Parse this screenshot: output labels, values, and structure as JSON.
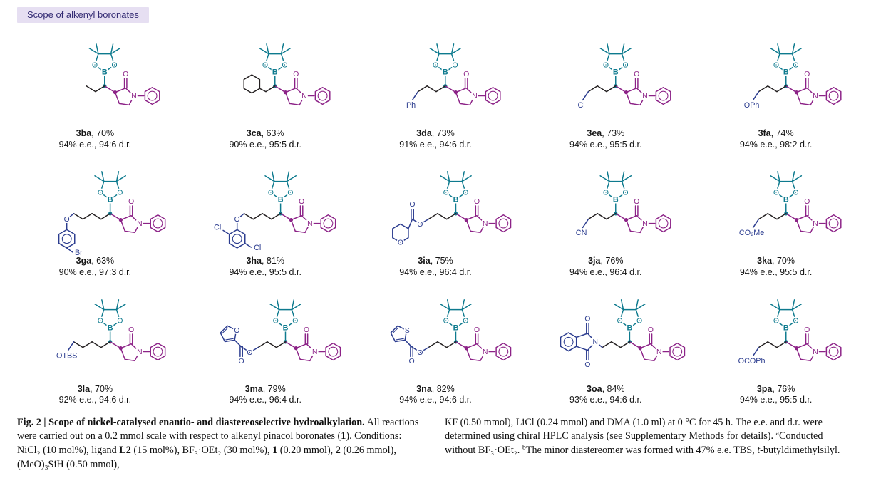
{
  "header": {
    "label": "Scope of alkenyl boronates"
  },
  "colors": {
    "boronate": "#0d7a8e",
    "product": "#8c2287",
    "chain": "#231f20",
    "substituent": "#2b3c8f",
    "header_bg": "#e6dff2",
    "header_text": "#352c74"
  },
  "atoms": {
    "boron": "B",
    "oxygen": "O",
    "nitrogen": "N",
    "sulfur": "S"
  },
  "compounds": [
    {
      "id": "3ba",
      "yield": ", 70%",
      "selectivity": "94% e.e., 94:6 d.r.",
      "structure": {
        "type": "alkyl",
        "n": 2
      }
    },
    {
      "id": "3ca",
      "yield": ", 63%",
      "selectivity": "90% e.e., 95:5 d.r.",
      "structure": {
        "type": "cyclohexyl",
        "n": 1
      }
    },
    {
      "id": "3da",
      "yield": ", 73%",
      "selectivity": "91% e.e., 94:6 d.r.",
      "structure": {
        "type": "label",
        "n": 3,
        "label": "Ph"
      }
    },
    {
      "id": "3ea",
      "yield": ", 73%",
      "selectivity": "94% e.e., 95:5 d.r.",
      "structure": {
        "type": "label",
        "n": 3,
        "label": "Cl"
      }
    },
    {
      "id": "3fa",
      "yield": ", 74%",
      "selectivity": "94% e.e., 98:2 d.r.",
      "structure": {
        "type": "label",
        "n": 3,
        "label": "OPh"
      }
    },
    {
      "id": "3ga",
      "yield": ", 63%",
      "selectivity": "90% e.e., 97:3 d.r.",
      "structure": {
        "type": "aryloxy",
        "n": 4,
        "ring_labels": [
          "Br"
        ]
      }
    },
    {
      "id": "3ha",
      "yield": ", 81%",
      "selectivity": "94% e.e., 95:5 d.r.",
      "structure": {
        "type": "aryloxy",
        "n": 4,
        "ring_labels": [
          "Cl",
          "Cl"
        ]
      }
    },
    {
      "id": "3ia",
      "yield": ", 75%",
      "selectivity": "94% e.e., 96:4 d.r.",
      "structure": {
        "type": "thp-ester",
        "n": 3
      }
    },
    {
      "id": "3ja",
      "yield": ", 76%",
      "selectivity": "94% e.e., 96:4 d.r.",
      "structure": {
        "type": "label",
        "n": 3,
        "label": "CN"
      }
    },
    {
      "id": "3ka",
      "yield": ", 70%",
      "selectivity": "94% e.e., 95:5 d.r.",
      "structure": {
        "type": "label",
        "n": 3,
        "label": "CO₂Me"
      }
    },
    {
      "id": "3la",
      "yield": ", 70%",
      "selectivity": "92% e.e., 94:6 d.r.",
      "structure": {
        "type": "label",
        "n": 4,
        "label": "OTBS"
      }
    },
    {
      "id": "3ma",
      "yield": ", 79%",
      "selectivity": "94% e.e., 96:4 d.r.",
      "structure": {
        "type": "furan-ester",
        "n": 3
      }
    },
    {
      "id": "3na",
      "yield": ", 82%",
      "selectivity": "94% e.e., 94:6 d.r.",
      "structure": {
        "type": "thiophene-ester",
        "n": 3
      }
    },
    {
      "id": "3oa",
      "yield": ", 84%",
      "selectivity": "93% e.e., 94:6 d.r.",
      "structure": {
        "type": "phthalimide",
        "n": 3
      }
    },
    {
      "id": "3pa",
      "yield": ", 76%",
      "selectivity": "94% e.e., 95:5 d.r.",
      "structure": {
        "type": "label",
        "n": 3,
        "label": "OCOPh"
      }
    }
  ],
  "caption": {
    "left": [
      {
        "t": "Fig. 2 | Scope of nickel-catalysed enantio- and diastereoselective hydroalkylation.",
        "b": true
      },
      {
        "t": " All reactions were carried out on a 0.2 mmol scale with respect to alkenyl pinacol boronates ("
      },
      {
        "t": "1",
        "b": true
      },
      {
        "t": "). Conditions: NiCl₂ (10 mol%), ligand "
      },
      {
        "t": "L2",
        "b": true
      },
      {
        "t": " (15 mol%), BF₃·OEt₂ (30 mol%), "
      },
      {
        "t": "1",
        "b": true
      },
      {
        "t": " (0.20 mmol), "
      },
      {
        "t": "2",
        "b": true
      },
      {
        "t": " (0.26 mmol), (MeO)₃SiH (0.50 mmol),"
      }
    ],
    "right": [
      {
        "t": "KF (0.50 mmol), LiCl (0.24 mmol) and DMA (1.0 ml) at 0 °C for 45 h. The e.e. and d.r. were determined using chiral HPLC analysis (see Supplementary Methods for details). "
      },
      {
        "t": "a",
        "sup": true
      },
      {
        "t": "Conducted without BF₃·OEt₂. "
      },
      {
        "t": "b",
        "sup": true
      },
      {
        "t": "The minor diastereomer was formed with 47% e.e. TBS, "
      },
      {
        "t": "t",
        "i": true
      },
      {
        "t": "-butyldimethylsilyl."
      }
    ]
  }
}
